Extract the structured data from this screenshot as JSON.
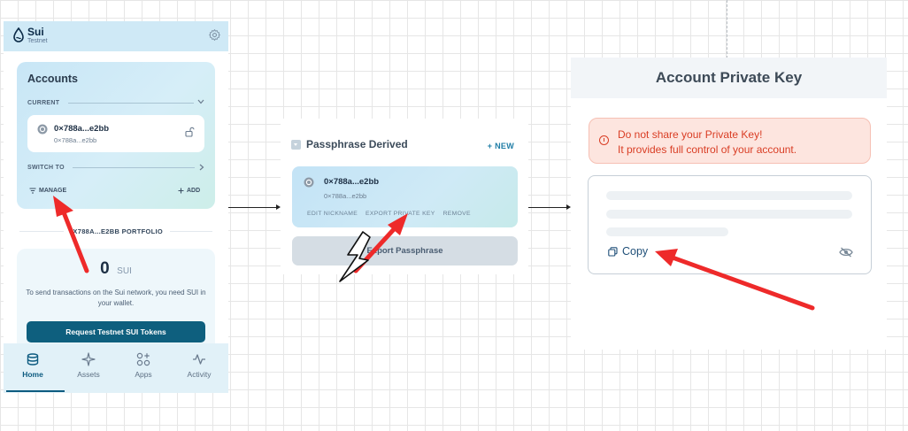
{
  "wallet": {
    "brand": "Sui",
    "network": "Testnet",
    "accounts_title": "Accounts",
    "current_label": "CURRENT",
    "account_address": "0×788a...e2bb",
    "account_address_sub": "0×788a...e2bb",
    "switch_to_label": "SWITCH TO",
    "manage_label": "MANAGE",
    "add_label": "ADD",
    "portfolio_label": "0X788A...E2BB PORTFOLIO",
    "balance_value": "0",
    "balance_unit": "SUI",
    "balance_note": "To send transactions on the Sui network, you need SUI in your wallet.",
    "request_button": "Request Testnet SUI Tokens",
    "nav": [
      {
        "label": "Home",
        "icon": "coins-icon",
        "active": true
      },
      {
        "label": "Assets",
        "icon": "sparkle-icon",
        "active": false
      },
      {
        "label": "Apps",
        "icon": "apps-grid-icon",
        "active": false
      },
      {
        "label": "Activity",
        "icon": "activity-icon",
        "active": false
      }
    ]
  },
  "passphrase": {
    "title": "Passphrase Derived",
    "new_label": "+ NEW",
    "account_address": "0×788a...e2bb",
    "account_address_sub": "0×788a...e2bb",
    "actions": [
      "EDIT NICKNAME",
      "EXPORT PRIVATE KEY",
      "REMOVE"
    ],
    "export_button": "Export Passphrase"
  },
  "private_key": {
    "title": "Account Private Key",
    "warning_line1": "Do not share your Private Key!",
    "warning_line2": "It provides full control of your account.",
    "copy_label": "Copy"
  },
  "colors": {
    "annotation_arrow": "#ee2a2a",
    "primary_button": "#0e5f7e",
    "warning_text": "#d93d24"
  }
}
